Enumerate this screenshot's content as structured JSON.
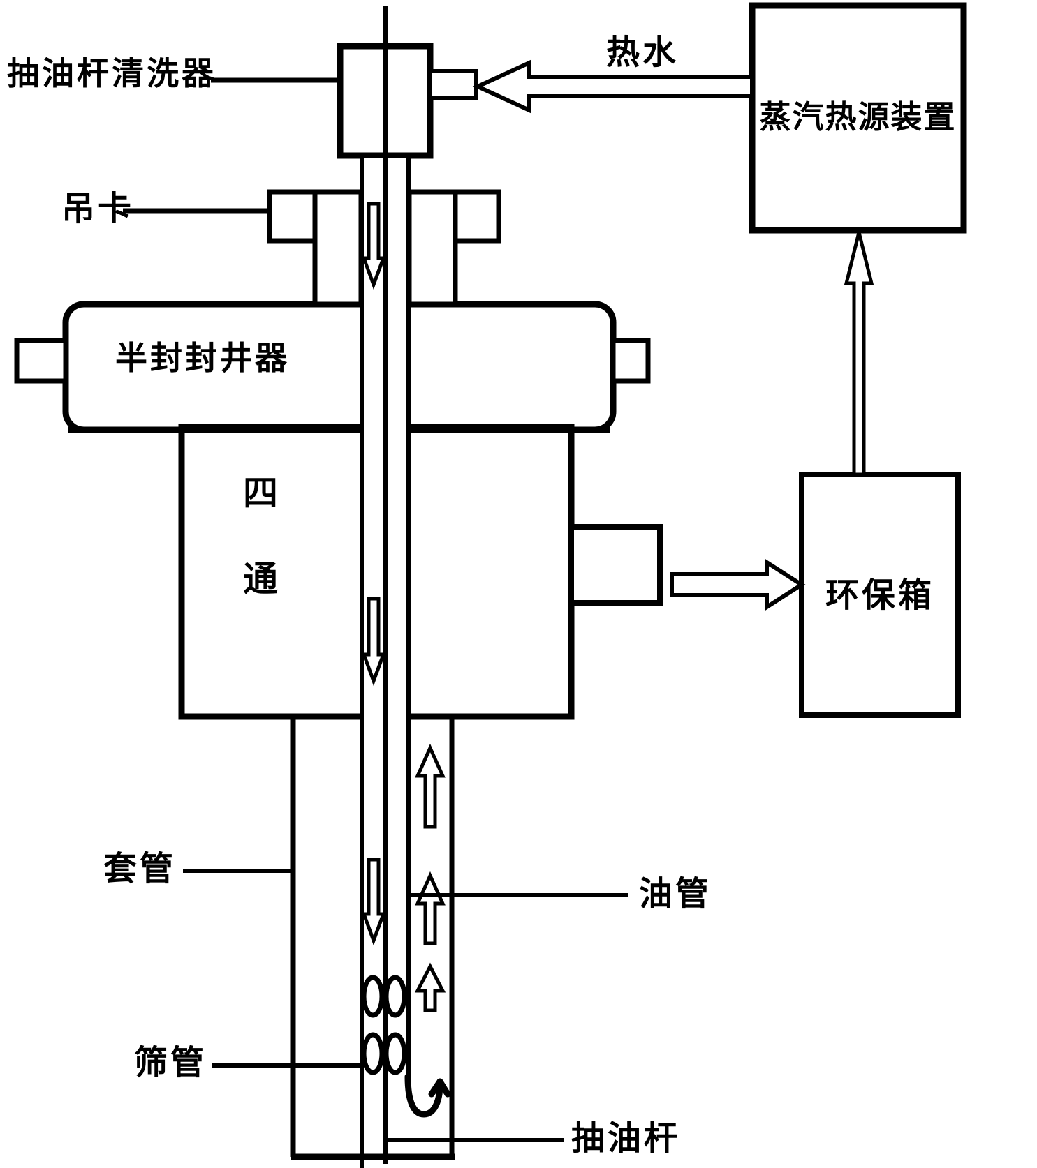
{
  "diagram": {
    "title_implicit": "sucker-rod washing wellhead system diagram",
    "background_color": "#ffffff",
    "line_color": "#000000",
    "labels": {
      "rod_cleaner": "抽油杆清洗器",
      "elevator": "吊卡",
      "half_seal_bop": "半封封井器",
      "cross_char_top": "四",
      "cross_char_bottom": "通",
      "casing": "套管",
      "screen_pipe": "筛管",
      "oil_tubing": "油管",
      "sucker_rod": "抽油杆",
      "hot_water": "热水",
      "steam_heat_source": "蒸汽热源装置",
      "eco_tank": "环保箱"
    }
  }
}
